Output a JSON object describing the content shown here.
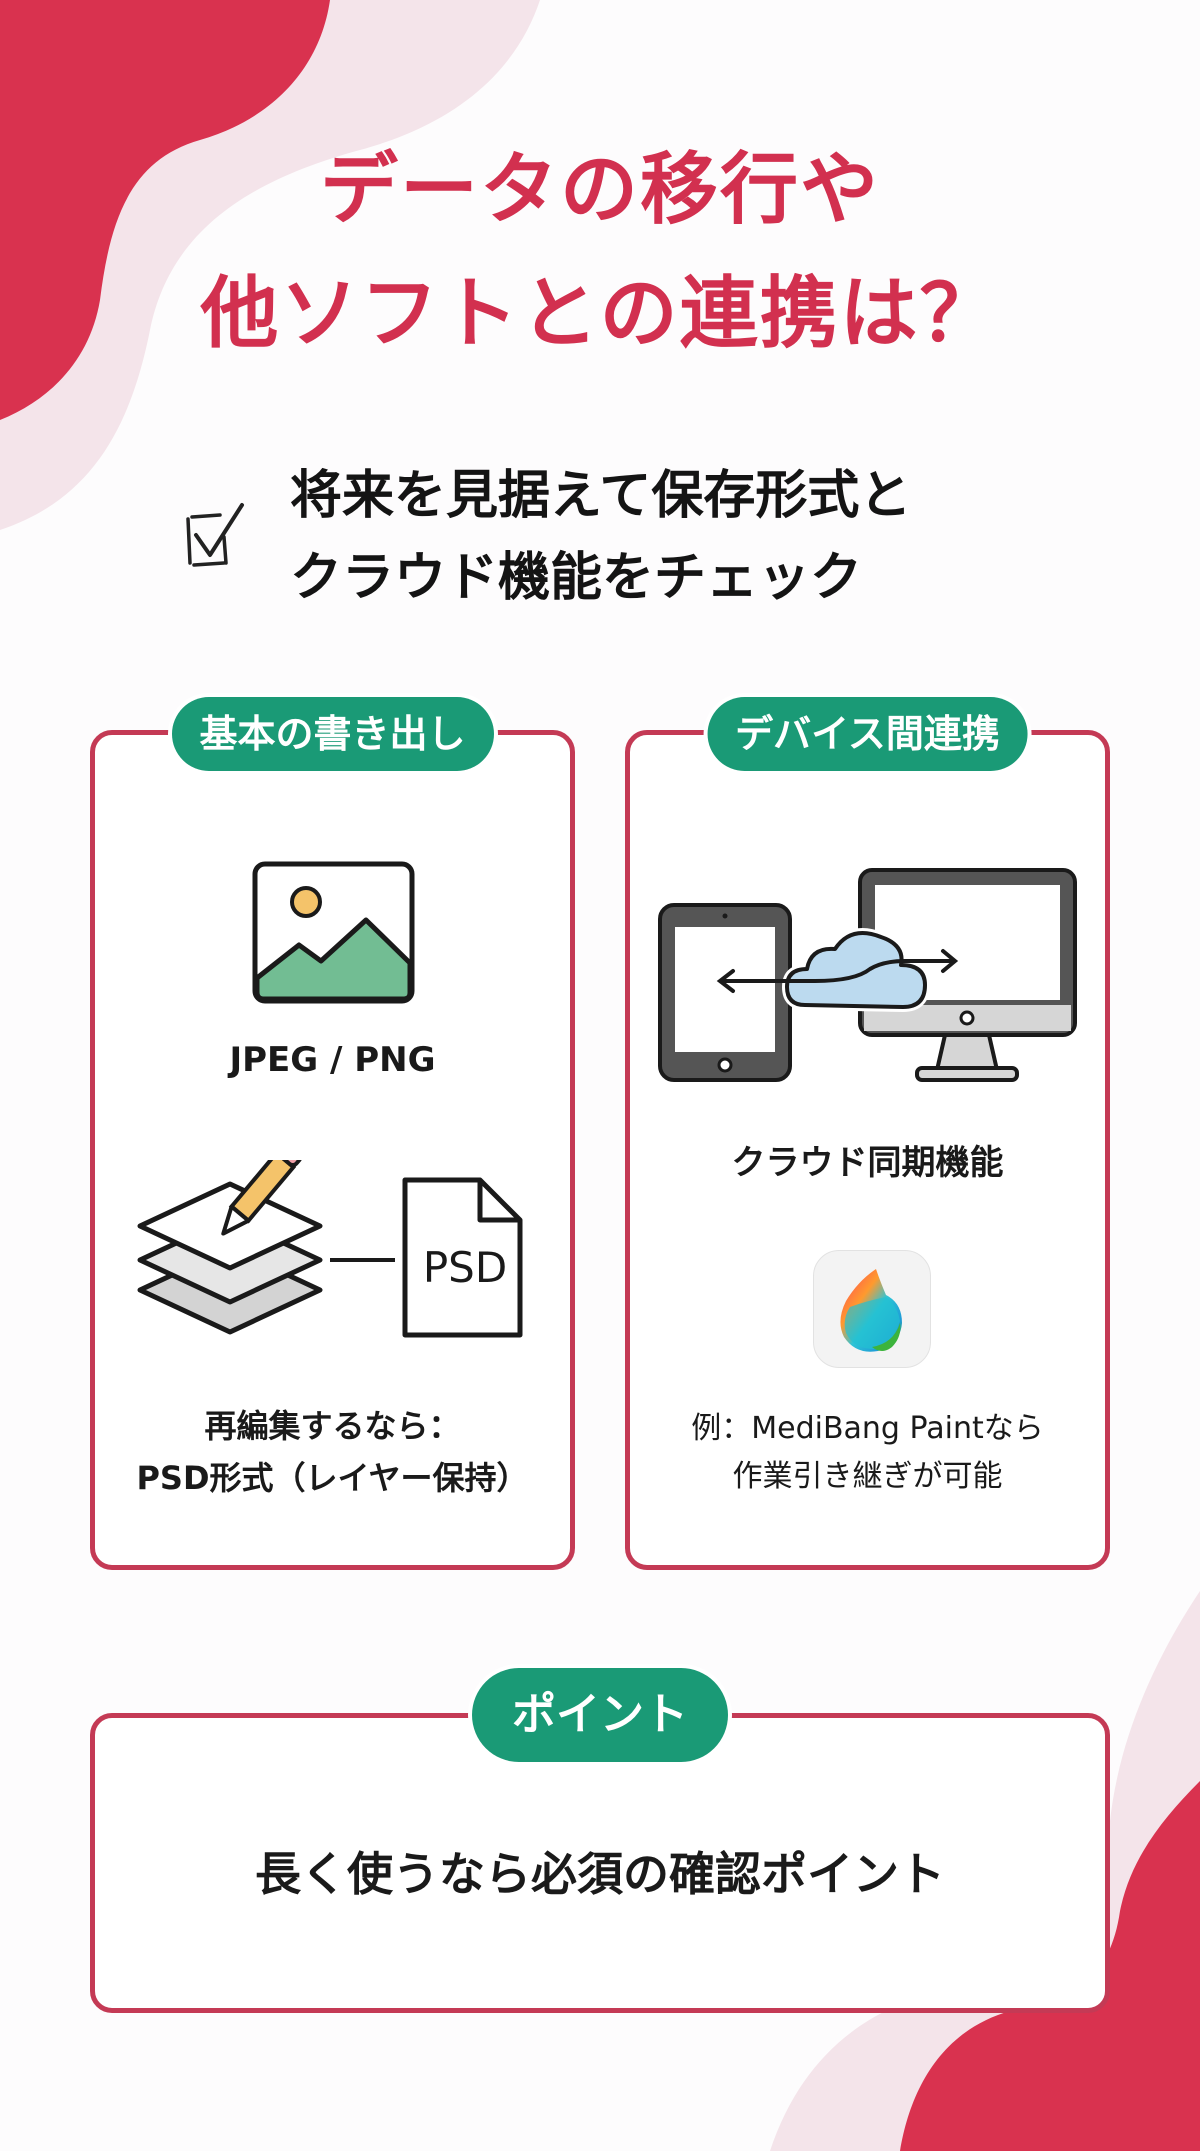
{
  "header": {
    "title_line1": "データの移行や",
    "title_line2": "他ソフトとの連携は？",
    "subtitle_line1": "将来を見据えて保存形式と",
    "subtitle_line2": "クラウド機能をチェック",
    "checkbox_icon": "checkbox-checked-icon"
  },
  "cards": [
    {
      "badge": "基本の書き出し",
      "items": [
        {
          "icon": "image-icon",
          "label": "JPEG / PNG"
        },
        {
          "icon": "layers-to-psd-icon",
          "file_label": "PSD",
          "label_line1": "再編集するなら：",
          "label_line2": "PSD形式（レイヤー保持）"
        }
      ]
    },
    {
      "badge": "デバイス間連携",
      "items": [
        {
          "icon": "cloud-sync-devices-icon",
          "label": "クラウド同期機能"
        },
        {
          "icon": "medibang-app-icon",
          "label_line1": "例：MediBang Paintなら",
          "label_line2": "作業引き継ぎが可能"
        }
      ]
    }
  ],
  "point": {
    "badge": "ポイント",
    "text": "長く使うなら必須の確認ポイント"
  },
  "colors": {
    "accent_red": "#d2304f",
    "border_red": "#c43a55",
    "badge_green": "#1a9a76",
    "blob_pink": "#f4e4ea"
  }
}
